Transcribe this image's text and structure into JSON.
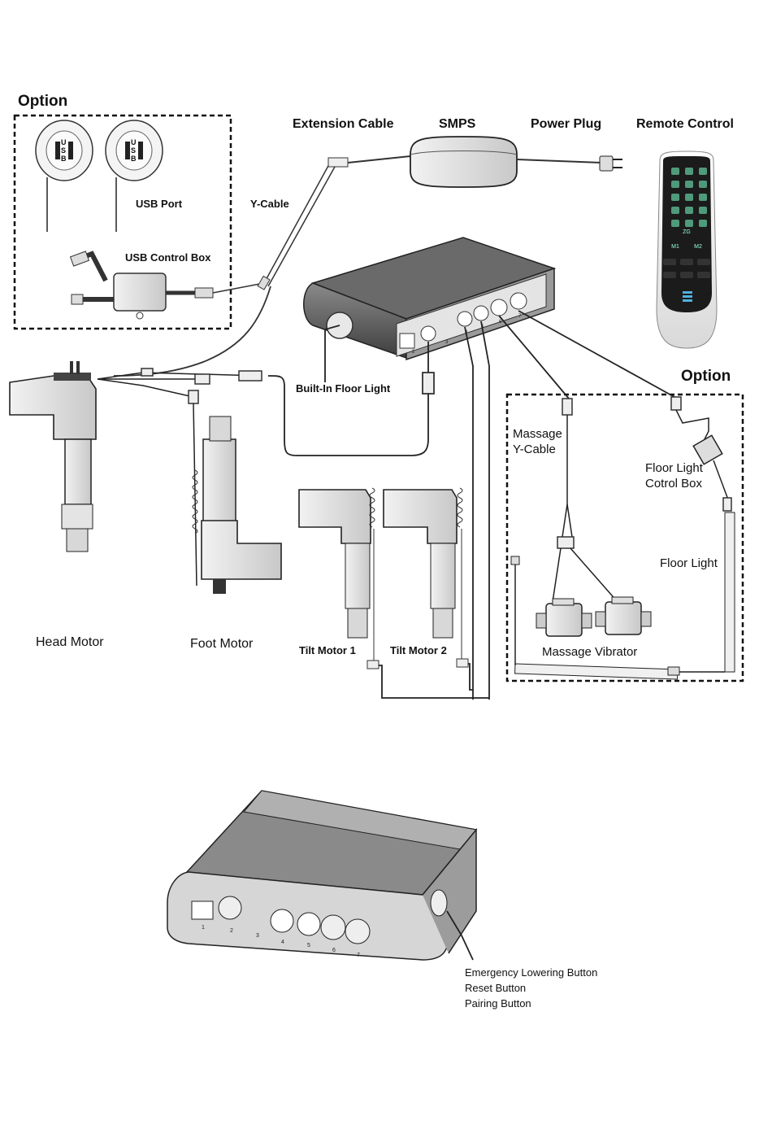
{
  "labels": {
    "option_left": "Option",
    "option_right": "Option",
    "extension_cable": "Extension Cable",
    "smps": "SMPS",
    "power_plug": "Power Plug",
    "remote_control": "Remote Control",
    "usb_port": "USB Port",
    "y_cable": "Y-Cable",
    "usb_control_box": "USB Control Box",
    "built_in_floor_light": "Built-In Floor Light",
    "massage_y_cable_1": "Massage",
    "massage_y_cable_2": "Y-Cable",
    "floor_light_control_box_1": "Floor Light",
    "floor_light_control_box_2": "Cotrol Box",
    "floor_light": "Floor Light",
    "massage_vibrator": "Massage Vibrator",
    "head_motor": "Head Motor",
    "foot_motor": "Foot Motor",
    "tilt_motor_1": "Tilt Motor 1",
    "tilt_motor_2": "Tilt Motor 2",
    "button_1": "Emergency Lowering Button",
    "button_2": "Reset Button",
    "button_3": "Pairing Button"
  },
  "usb_letters": [
    "U",
    "S",
    "B"
  ],
  "port_numbers_top": [
    "2",
    "3",
    "4",
    "5",
    "6",
    "7"
  ],
  "port_numbers_bottom": [
    "1",
    "2",
    "3",
    "4",
    "5",
    "6",
    "7"
  ],
  "remote_buttons": [
    "ZG",
    "M1",
    "M2"
  ]
}
